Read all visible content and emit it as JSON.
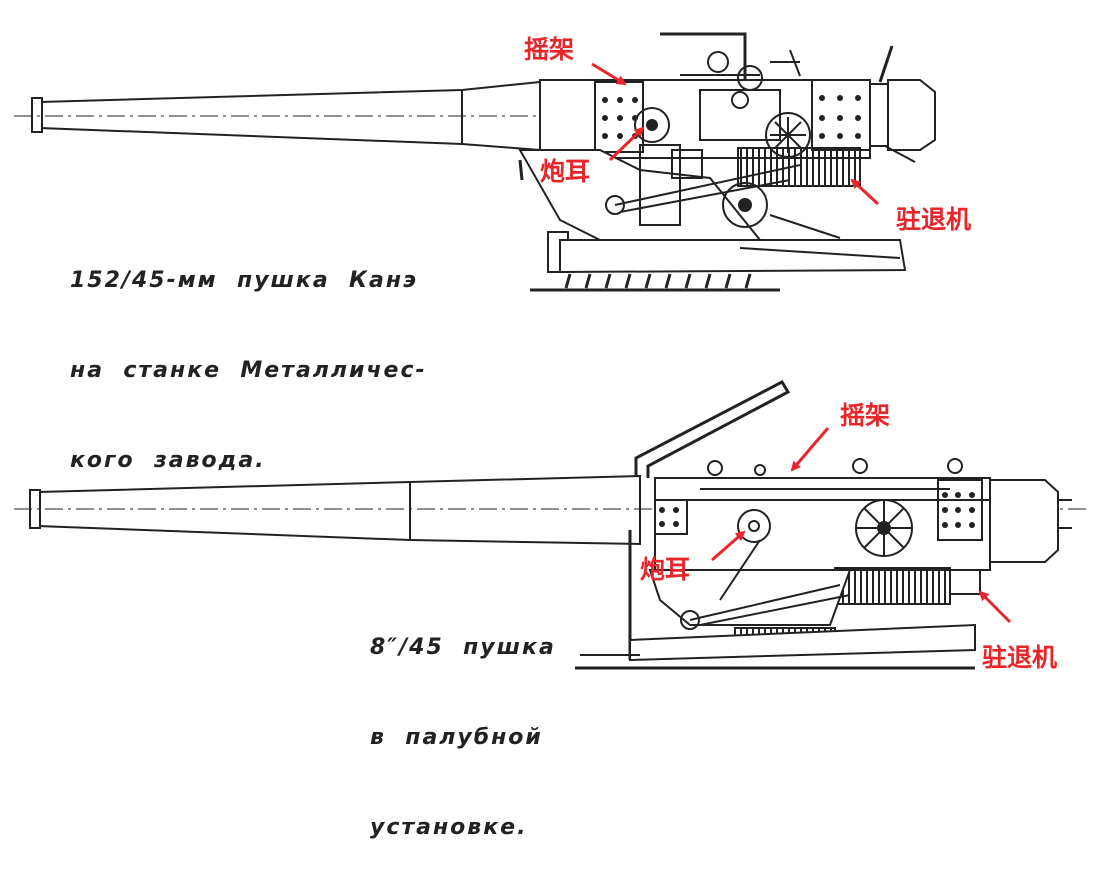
{
  "top_gun": {
    "caption_lines": [
      "152/45-мм  пушка  Канэ",
      "на  станке  Металличес-",
      "кого  завода."
    ],
    "labels": {
      "cradle": "摇架",
      "trunnion": "炮耳",
      "recoil": "驻退机"
    }
  },
  "bottom_gun": {
    "caption_lines": [
      "8″/45  пушка",
      "в  палубной",
      "установке."
    ],
    "labels": {
      "cradle": "摇架",
      "trunnion": "炮耳",
      "recoil": "驻退机"
    }
  },
  "colors": {
    "line": "#222222",
    "label": "#e8262a"
  }
}
